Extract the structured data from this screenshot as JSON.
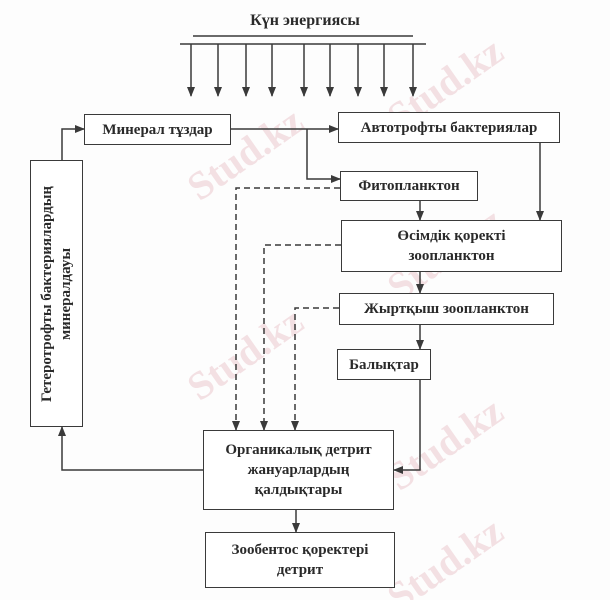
{
  "title": "Күн энергиясы",
  "nodes": {
    "mineral": "Минерал тұздар",
    "autotroph": "Автотрофты бактериялар",
    "phyto": "Фитопланктон",
    "herbivore_zoo_1": "Өсімдік қоректі",
    "herbivore_zoo_2": "зоопланктон",
    "predator_zoo": "Жыртқыш зоопланктон",
    "fish": "Балықтар",
    "detritus_1": "Органикалық детрит",
    "detritus_2": "жануарлардың",
    "detritus_3": "қалдықтары",
    "zoobenthos_1": "Зообентос қоректері",
    "zoobenthos_2": "детрит",
    "heterotroph_1": "Гетеротрофты бактериялардың",
    "heterotroph_2": "минералдауы"
  },
  "watermark": "Stud.kz"
}
